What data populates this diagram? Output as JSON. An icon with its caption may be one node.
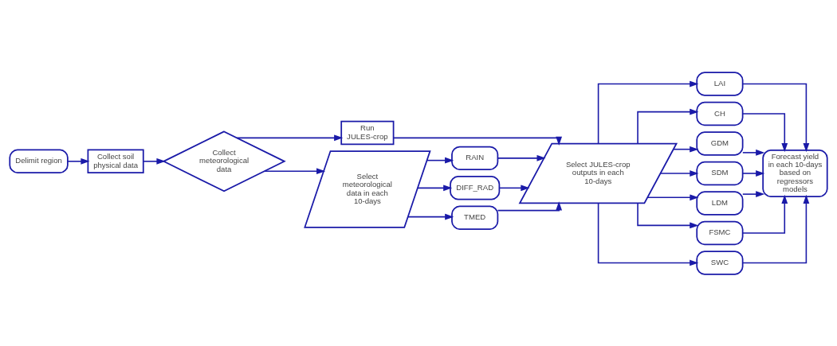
{
  "diagram": {
    "nodes": [
      {
        "text": [
          "Delimit region"
        ]
      },
      {
        "text": [
          "Collect soil physical data"
        ]
      },
      {
        "text": [
          "Collect meteorological data"
        ]
      },
      {
        "text": [
          "Run JULES-crop"
        ]
      },
      {
        "text": [
          "Select meteorological data in each 10-days"
        ]
      },
      {
        "text": [
          "RAIN"
        ]
      },
      {
        "text": [
          "DIFF_RAD"
        ]
      },
      {
        "text": [
          "TMED"
        ]
      },
      {
        "text": [
          "Select JULES-crop outputs in each 10-days"
        ]
      },
      {
        "text": [
          "LAI"
        ]
      },
      {
        "text": [
          "CH"
        ]
      },
      {
        "text": [
          "GDM"
        ]
      },
      {
        "text": [
          "SDM"
        ]
      },
      {
        "text": [
          "LDM"
        ]
      },
      {
        "text": [
          "FSMC"
        ]
      },
      {
        "text": [
          "SWC"
        ]
      },
      {
        "text": [
          "Forecast yield in each 10-days based on regressors models"
        ]
      }
    ],
    "edges": [
      {
        "from": 0,
        "to": 1,
        "arrow": "to"
      },
      {
        "from": 1,
        "to": 2,
        "arrow": "to"
      },
      {
        "from": 2,
        "to": 3,
        "arrow": "to"
      },
      {
        "from": 2,
        "to": 4,
        "arrow": "to"
      },
      {
        "from": 4,
        "to": 5,
        "arrow": "to"
      },
      {
        "from": 4,
        "to": 6,
        "arrow": "to"
      },
      {
        "from": 4,
        "to": 7,
        "arrow": "to"
      },
      {
        "from": 5,
        "to": 8,
        "arrow": "to"
      },
      {
        "from": 6,
        "to": 8,
        "arrow": "to"
      },
      {
        "from": 7,
        "to": 8,
        "arrow": "to"
      },
      {
        "from": 3,
        "to": 8,
        "arrow": "to"
      },
      {
        "from": 8,
        "to": 9,
        "arrow": "to"
      },
      {
        "from": 8,
        "to": 10,
        "arrow": "to"
      },
      {
        "from": 8,
        "to": 11,
        "arrow": "to"
      },
      {
        "from": 8,
        "to": 12,
        "arrow": "to"
      },
      {
        "from": 8,
        "to": 13,
        "arrow": "to"
      },
      {
        "from": 8,
        "to": 14,
        "arrow": "to"
      },
      {
        "from": 8,
        "to": 15,
        "arrow": "to"
      },
      {
        "from": 9,
        "to": 16,
        "arrow": "to"
      },
      {
        "from": 10,
        "to": 16,
        "arrow": "to"
      },
      {
        "from": 11,
        "to": 16,
        "arrow": "to"
      },
      {
        "from": 12,
        "to": 16,
        "arrow": "to"
      },
      {
        "from": 13,
        "to": 16,
        "arrow": "to"
      },
      {
        "from": 14,
        "to": 16,
        "arrow": "to"
      },
      {
        "from": 15,
        "to": 16,
        "arrow": "to"
      }
    ]
  }
}
